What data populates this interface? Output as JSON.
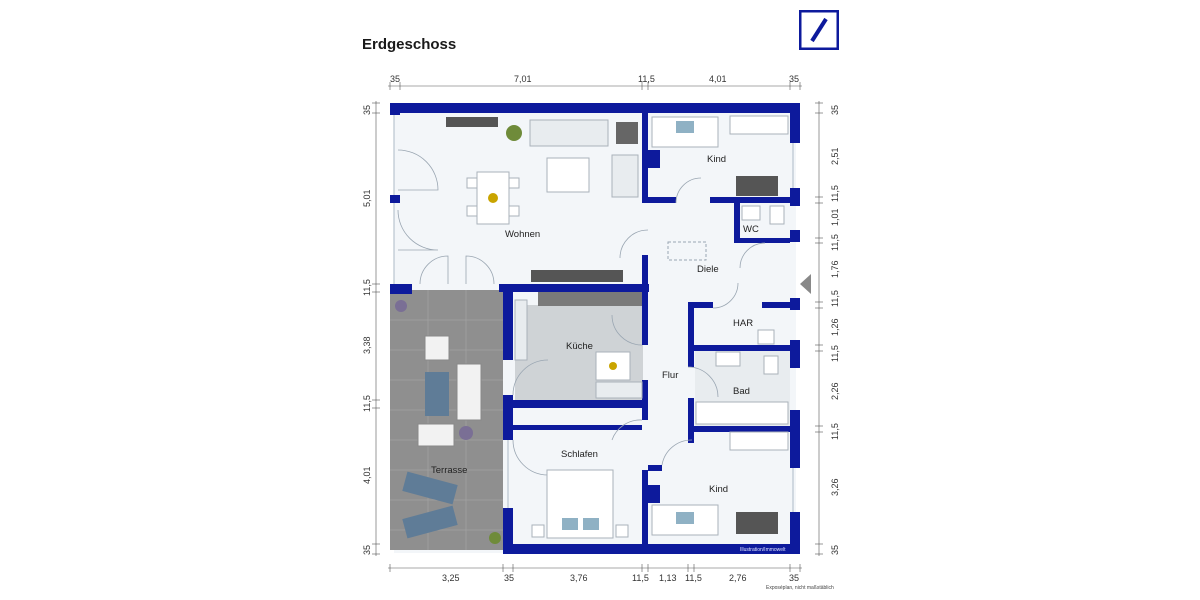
{
  "header": {
    "title": "Erdgeschoss"
  },
  "colors": {
    "wall": "#0d1a9c",
    "floor": "#f3f6f9",
    "terrace": "#8f8f8f",
    "kitchen_floor": "#cfd3d6",
    "brand": "#0d1a9c"
  },
  "icons": {
    "logo": "deutsche-bank-logo-icon",
    "entrance": "entrance-arrow-icon"
  },
  "rooms": {
    "wohnen": "Wohnen",
    "kind_top": "Kind",
    "wc": "WC",
    "diele": "Diele",
    "har": "HAR",
    "kueche": "Küche",
    "flur": "Flur",
    "bad": "Bad",
    "schlafen": "Schlafen",
    "kind_bottom": "Kind",
    "terrasse": "Terrasse"
  },
  "dimensions": {
    "top": [
      "35",
      "7,01",
      "11,5",
      "4,01",
      "35"
    ],
    "bottom": [
      "3,25",
      "35",
      "3,76",
      "11,5",
      "1,13",
      "11,5",
      "2,76",
      "35"
    ],
    "left": [
      "35",
      "5,01",
      "11,5",
      "3,38",
      "11,5",
      "4,01",
      "35"
    ],
    "right": [
      "35",
      "2,51",
      "11,5",
      "1,01",
      "11,5",
      "1,76",
      "11,5",
      "1,26",
      "11,5",
      "2,26",
      "11,5",
      "3,26",
      "35"
    ]
  },
  "notes": {
    "disclaimer": "Exposéplan, nicht maßstäblich",
    "watermark": "Illustration/Immowelt"
  }
}
